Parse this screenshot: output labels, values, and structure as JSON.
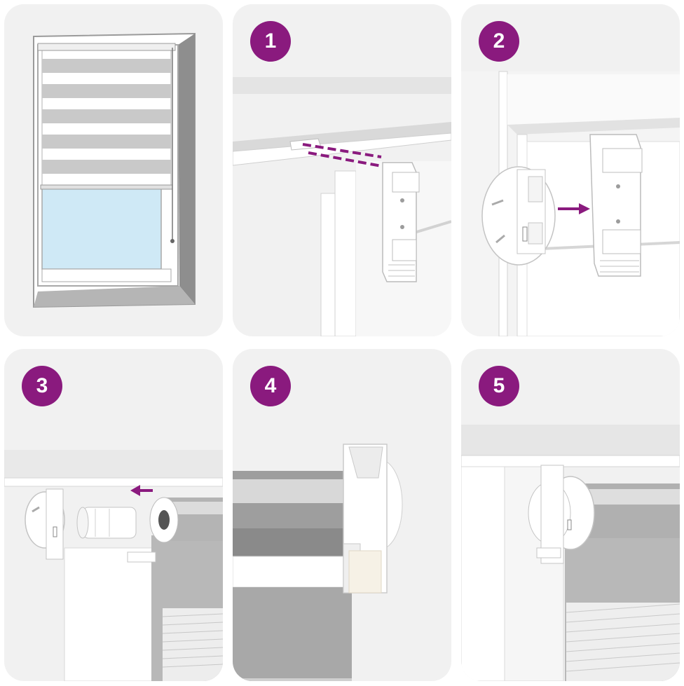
{
  "colors": {
    "accent": "#8a1a7e",
    "panel_bg": "#f1f1f1",
    "window_glass": "#cfe9f6",
    "fabric_grey": "#bdbdbd"
  },
  "panels": [
    {
      "id": "overview",
      "step": null
    },
    {
      "id": "step-1",
      "step": "1"
    },
    {
      "id": "step-2",
      "step": "2"
    },
    {
      "id": "step-3",
      "step": "3"
    },
    {
      "id": "step-4",
      "step": "4"
    },
    {
      "id": "step-5",
      "step": "5"
    }
  ]
}
